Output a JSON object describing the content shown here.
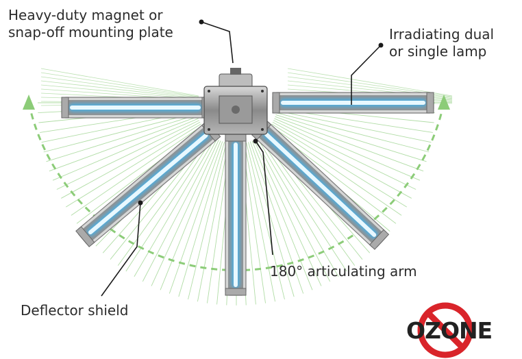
{
  "labels": {
    "mount_line1": "Heavy-duty magnet or",
    "mount_line2": "snap-off mounting plate",
    "lamp_line1": "Irradiating dual",
    "lamp_line2": "or single lamp",
    "arm": "180° articulating arm",
    "deflector": "Deflector shield"
  },
  "badge": {
    "text": "OZONE",
    "icon": "no-ozone-prohibition-icon"
  },
  "colors": {
    "ray": "#9dd48f",
    "arrow": "#8ccc78",
    "uv_glow": "#3fb4f0",
    "uv_core": "#e8f8ff",
    "metal": "#8f8f8f",
    "prohibit_red": "#d9242a"
  }
}
